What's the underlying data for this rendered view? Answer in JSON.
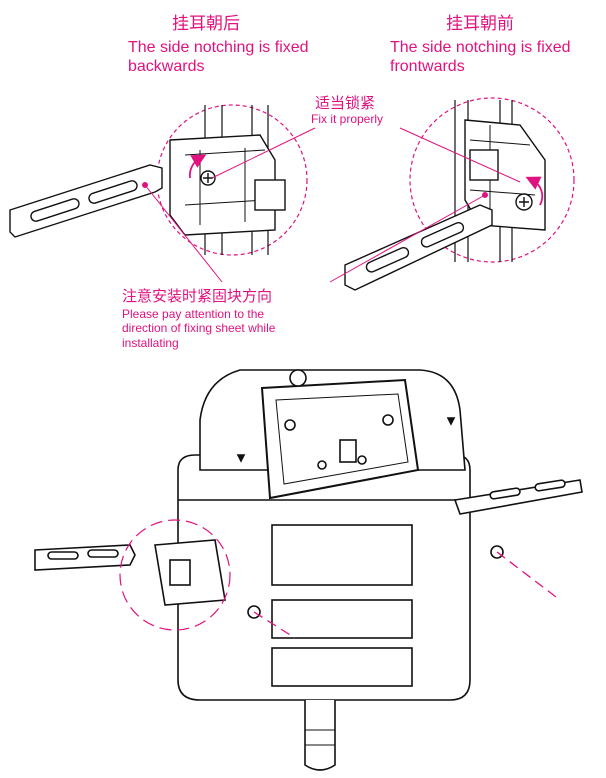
{
  "labels": {
    "left_title_cn": "挂耳朝后",
    "left_title_en": "The side notching is fixed\nbackwards",
    "right_title_cn": "挂耳朝前",
    "right_title_en": "The side notching is fixed\nfrontwards",
    "tighten_cn": "适当锁紧",
    "tighten_en": "Fix it properly",
    "direction_cn": "注意安装时紧固块方向",
    "direction_en": "Please pay attention to the\ndirection of fixing sheet while\ninstallating"
  },
  "colors": {
    "accent": "#e0127f",
    "line": "#111111"
  }
}
